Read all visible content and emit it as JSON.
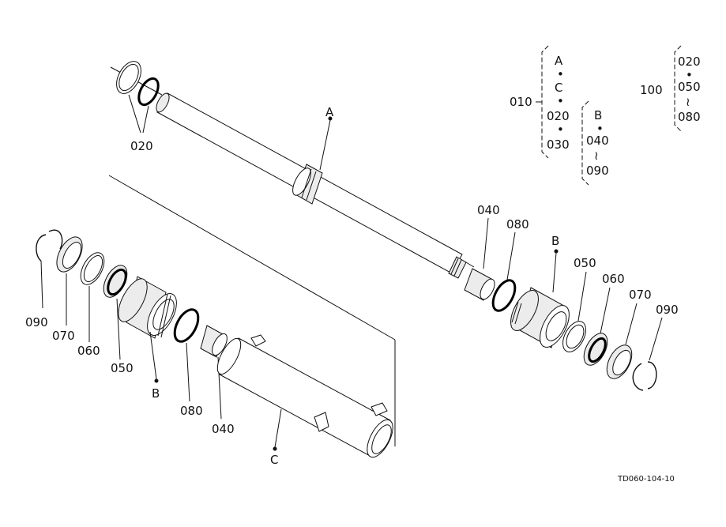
{
  "drawing_code": "TD060-104-10",
  "parts": {
    "rod": "A",
    "gland_left": "B",
    "gland_right": "B",
    "tube": "C",
    "ring_020": "020",
    "seal_040_left": "040",
    "seal_040_right": "040",
    "oring_080_left": "080",
    "oring_080_right": "080",
    "ring_050_left": "050",
    "ring_050_right": "050",
    "ring_060_left": "060",
    "ring_060_right": "060",
    "wiper_070_left": "070",
    "wiper_070_right": "070",
    "snap_090_left": "090",
    "snap_090_right": "090"
  },
  "legend": {
    "assembly_010": {
      "code": "010",
      "items": [
        "A",
        "C",
        "020",
        "030"
      ]
    },
    "kit_b": {
      "items": [
        "B",
        "040",
        "090"
      ]
    },
    "kit_100": {
      "code": "100",
      "items": [
        "020",
        "050",
        "080"
      ]
    },
    "dot": "•",
    "tilde": "≀"
  }
}
